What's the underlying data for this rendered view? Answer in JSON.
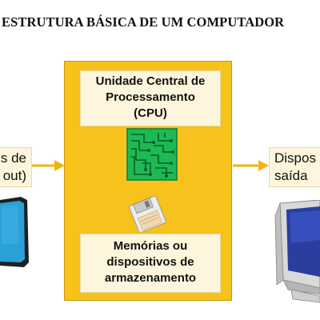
{
  "title": "ESTRUTURA BÁSICA DE UM COMPUTADOR",
  "cpu_box": {
    "line1": "Unidade Central de",
    "line2": "Processamento",
    "line3": "(CPU)"
  },
  "memory_box": {
    "line1": "Memórias ou",
    "line2": "dispositivos de",
    "line3": "armazenamento"
  },
  "input_box": {
    "line1": "s de",
    "line2": "out)"
  },
  "output_box": {
    "line1": "Dispos",
    "line2": "saída"
  },
  "colors": {
    "frame": "#f6c21b",
    "box_fill": "#fdf6dc",
    "arrow": "#f0b414",
    "chip": "#1db954"
  },
  "icons": [
    "cpu-chip-icon",
    "floppy-disk-icon",
    "input-device-icon",
    "monitor-icon"
  ]
}
